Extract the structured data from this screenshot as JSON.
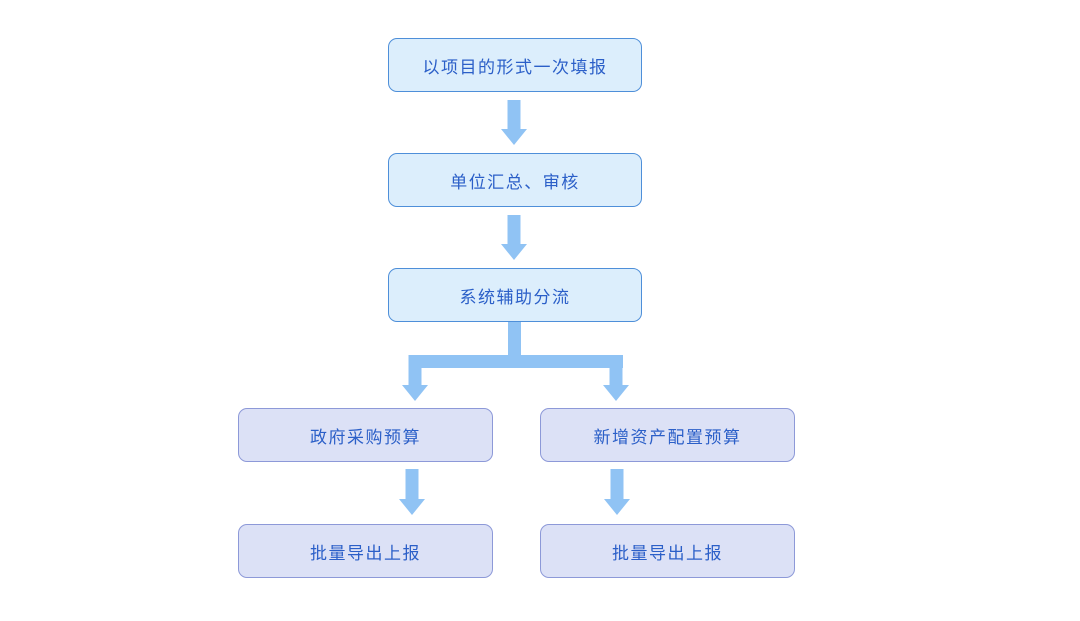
{
  "flowchart": {
    "type": "top-down-flowchart",
    "nodes": [
      {
        "id": "n1",
        "label": "以项目的形式一次填报",
        "style": "blue"
      },
      {
        "id": "n2",
        "label": "单位汇总、审核",
        "style": "blue"
      },
      {
        "id": "n3",
        "label": "系统辅助分流",
        "style": "blue"
      },
      {
        "id": "n4",
        "label": "政府采购预算",
        "style": "purple"
      },
      {
        "id": "n5",
        "label": "新增资产配置预算",
        "style": "purple"
      },
      {
        "id": "n6",
        "label": "批量导出上报",
        "style": "purple"
      },
      {
        "id": "n7",
        "label": "批量导出上报",
        "style": "purple"
      }
    ],
    "edges": [
      {
        "from": "n1",
        "to": "n2"
      },
      {
        "from": "n2",
        "to": "n3"
      },
      {
        "from": "n3",
        "to": "n4"
      },
      {
        "from": "n3",
        "to": "n5"
      },
      {
        "from": "n4",
        "to": "n6"
      },
      {
        "from": "n5",
        "to": "n7"
      }
    ],
    "colors": {
      "background": "#FFFFFF",
      "blue_node_fill": "#DCEEFC",
      "blue_node_border": "#4E8FD9",
      "purple_node_fill": "#DCE1F6",
      "purple_node_border": "#8D99D8",
      "arrow": "#90C3F4",
      "text": "#2B5FC8"
    }
  }
}
